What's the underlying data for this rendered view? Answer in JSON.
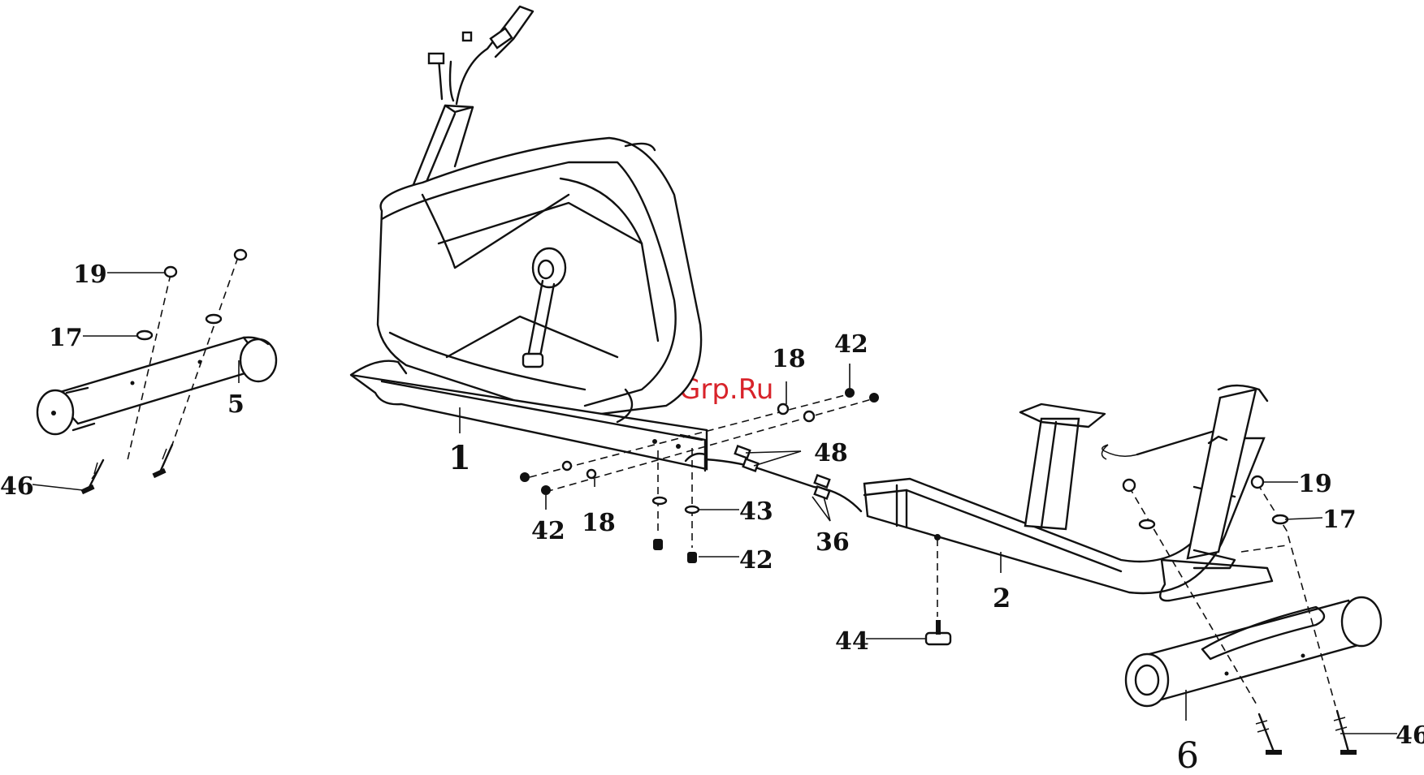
{
  "watermark": "McGrp.Ru",
  "labels": {
    "l19_left": "19",
    "l17_left": "17",
    "l5": "5",
    "l46_left": "46",
    "l1": "1",
    "l18_top": "18",
    "l42_top": "42",
    "l48": "48",
    "l42_mid": "42",
    "l18_mid": "18",
    "l43": "43",
    "l42_bot": "42",
    "l36": "36",
    "l2": "2",
    "l44": "44",
    "l19_right": "19",
    "l17_right": "17",
    "l6": "6",
    "l46_right": "46"
  }
}
